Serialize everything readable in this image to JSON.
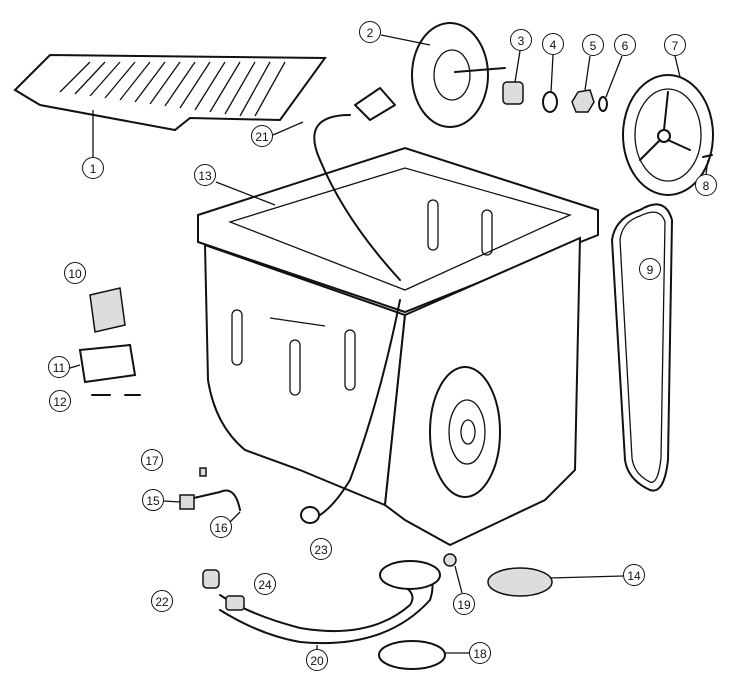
{
  "diagram": {
    "title": "Washing machine tub exploded parts view",
    "callouts": [
      "1",
      "2",
      "3",
      "4",
      "5",
      "6",
      "7",
      "8",
      "9",
      "10",
      "11",
      "12",
      "13",
      "14",
      "15",
      "16",
      "17",
      "18",
      "19",
      "20",
      "21",
      "22",
      "23",
      "24"
    ]
  }
}
